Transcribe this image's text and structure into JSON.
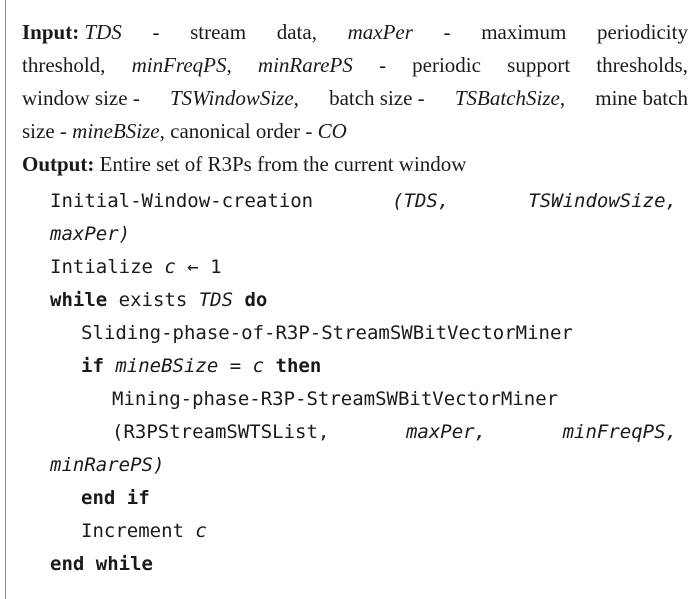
{
  "input": {
    "label": "Input:",
    "line1": {
      "tds": "TDS",
      "t1": " - stream data, ",
      "maxper": "maxPer",
      "t2": " - maximum periodicity"
    },
    "line2": {
      "t1": "threshold, ",
      "minfreqps": "minFreqPS",
      "t2": ", ",
      "minrareps": "minRarePS",
      "t3": " - periodic support thresholds,"
    },
    "line3": {
      "t1": "window size - ",
      "tswindowsize": "TSWindowSize",
      "t2": ", batch size - ",
      "tsbatchsize": "TSBatchSize",
      "t3": ", mine batch"
    },
    "line4": {
      "t1": "size - ",
      "minebsize": "mineBSize",
      "t2": ", canonical order - ",
      "co": "CO"
    }
  },
  "output": {
    "label": "Output:",
    "text": " Entire set of R3Ps from the current window"
  },
  "code": {
    "l1": {
      "fn": "Initial-Window-creation",
      "a1": "(TDS,",
      "a2": "TSWindowSize,",
      "a3": "maxPer)"
    },
    "l2": {
      "t": "Intialize ",
      "v": "c",
      "arrow": " ← 1"
    },
    "l3": {
      "kw1": "while",
      "t": " exists ",
      "v": "TDS",
      "kw2": " do"
    },
    "l4": {
      "t": "Sliding-phase-of-R3P-StreamSWBitVectorMiner"
    },
    "l5": {
      "kw1": "if",
      "v": " mineBSize",
      "t": " = ",
      "v2": "c",
      "kw2": " then"
    },
    "l6": {
      "t": "Mining-phase-R3P-StreamSWBitVectorMiner"
    },
    "l7": {
      "a1": "(R3PStreamSWTSList,",
      "a2": "maxPer,",
      "a3": "minFreqPS,",
      "a4": "minRarePS)"
    },
    "l8": {
      "kw": "end if"
    },
    "l9": {
      "t": "Increment ",
      "v": "c"
    },
    "l10": {
      "kw": "end while"
    }
  }
}
